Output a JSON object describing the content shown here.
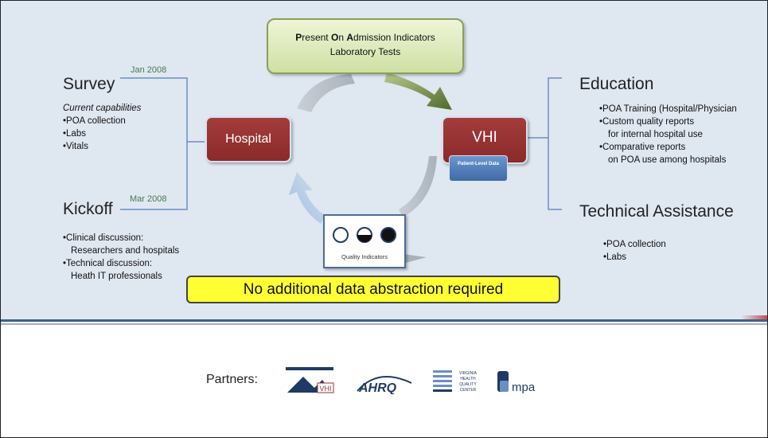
{
  "survey": {
    "title": "Survey",
    "date": "Jan 2008",
    "subtitle": "Current capabilities",
    "items": [
      "•POA collection",
      "•Labs",
      "•Vitals"
    ]
  },
  "kickoff": {
    "title": "Kickoff",
    "date": "Mar 2008",
    "items": [
      "•Clinical discussion:",
      "Researchers and hospitals",
      "•Technical discussion:",
      "Heath IT professionals"
    ]
  },
  "hospital": {
    "label": "Hospital"
  },
  "vhi": {
    "label": "VHI",
    "sub": "Patient-Level Data"
  },
  "poa": {
    "line1_parts": [
      "P",
      "resent ",
      "O",
      "n ",
      "A",
      "dmission Indicators"
    ],
    "line2": "Laboratory Tests"
  },
  "quality": {
    "label": "Quality Indicators"
  },
  "education": {
    "title": "Education",
    "items": [
      "•POA Training (Hospital/Physician",
      "•Custom quality reports",
      "for internal hospital use",
      "•Comparative reports",
      "on POA use among hospitals"
    ]
  },
  "technical": {
    "title": "Technical Assistance",
    "items": [
      "•POA collection",
      "•Labs"
    ]
  },
  "callout": {
    "text": "No additional data abstraction required"
  },
  "partners": {
    "label": "Partners:",
    "logos": [
      "VHI",
      "AHRQ",
      "Virginia Health Quality Center",
      "mpa"
    ],
    "logo_texts": {
      "vhi": "VHI",
      "ahrq": "AHRQ",
      "vhqc": [
        "VIRGINIA",
        "HEALTH",
        "QUALITY",
        "CENTER"
      ],
      "mpa": "mpa"
    }
  },
  "colors": {
    "panel": "#dfe7f1",
    "accent_red": "#9a3232",
    "green_box": "#cfe0a3",
    "callout": "#ffff33",
    "blue": "#4f6b99"
  }
}
